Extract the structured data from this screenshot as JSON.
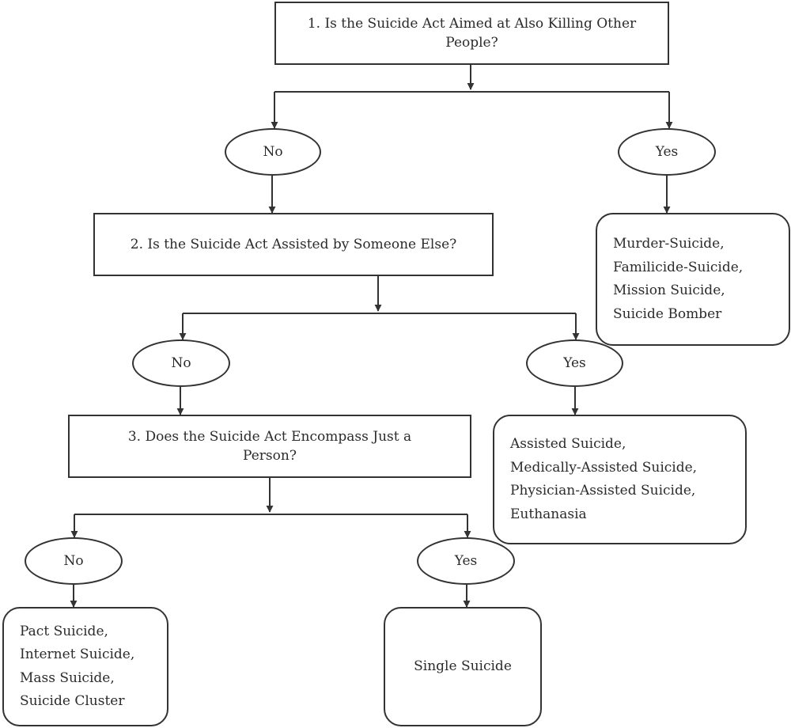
{
  "questions": [
    "1. Is the Suicide Act Aimed at Also Killing Other People?",
    "2. Is the Suicide Act Assisted by Someone Else?",
    "3. Does the Suicide Act Encompass Just a Person?"
  ],
  "answers": {
    "no": "No",
    "yes": "Yes"
  },
  "outcomes": {
    "q1_yes": [
      "Murder-Suicide,",
      "Familicide-Suicide,",
      "Mission Suicide,",
      "Suicide Bomber"
    ],
    "q2_yes": [
      "Assisted Suicide,",
      "Medically-Assisted Suicide,",
      "Physician-Assisted Suicide,",
      "Euthanasia"
    ],
    "q3_no": [
      "Pact Suicide,",
      "Internet Suicide,",
      "Mass Suicide,",
      "Suicide Cluster"
    ],
    "q3_yes": [
      "Single Suicide"
    ]
  }
}
